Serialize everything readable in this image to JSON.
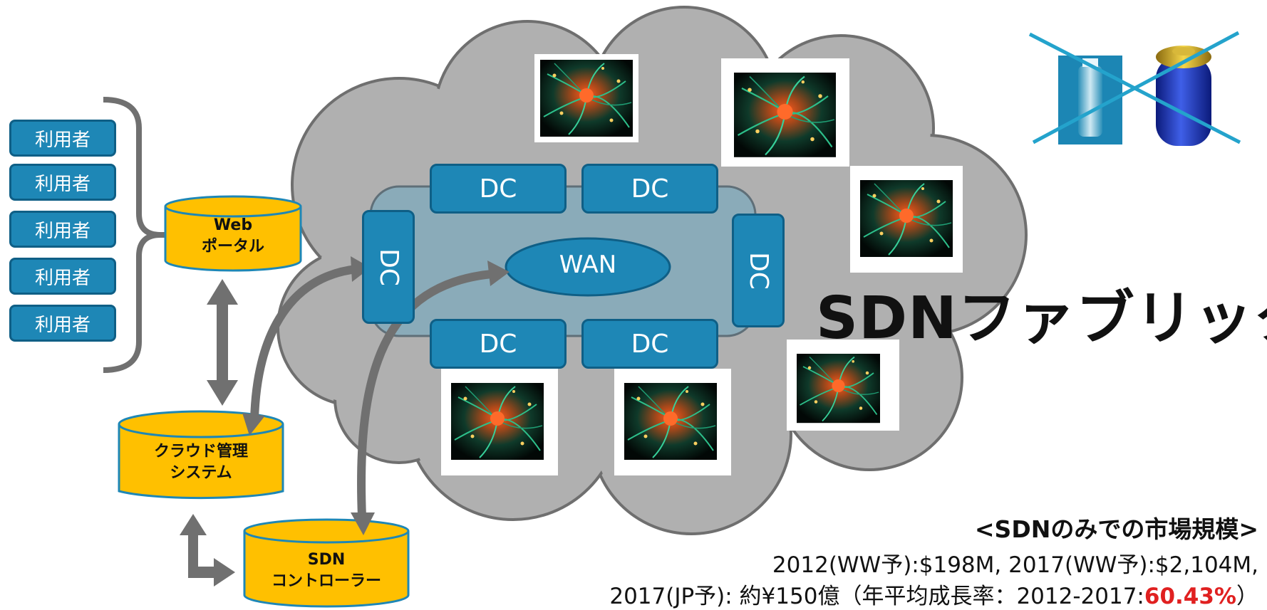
{
  "users": {
    "items": [
      "利用者",
      "利用者",
      "利用者",
      "利用者",
      "利用者"
    ]
  },
  "web_portal": {
    "line1": "Web",
    "line2": "ポータル"
  },
  "cloud_mgmt": {
    "line1": "クラウド管理",
    "line2": "システム"
  },
  "sdn_controller": {
    "line1": "SDN",
    "line2": "コントローラー"
  },
  "fabric": {
    "dc_label": "DC",
    "wan_label": "WAN",
    "title": "SDNファブリック"
  },
  "market": {
    "title": "<SDNのみでの市場規模>",
    "line1": "2012(WW予):$198M, 2017(WW予):$2,104M,",
    "line2_prefix": "2017(JP予): 約¥150億（年平均成長率：2012-2017:",
    "line2_highlight": "60.43%",
    "line2_suffix": "）"
  },
  "icons": {
    "neuron": "neuron-image-icon",
    "water_bottle": "water-bottle-icon",
    "battery": "battery-icon",
    "crossed_out": "cross-out-icon"
  },
  "colors": {
    "dc_blue": "#1e87b6",
    "cylinder_yellow": "#ffc000",
    "cloud_gray": "#b0b0b0",
    "arrow_gray": "#707070",
    "highlight_red": "#e02020"
  }
}
